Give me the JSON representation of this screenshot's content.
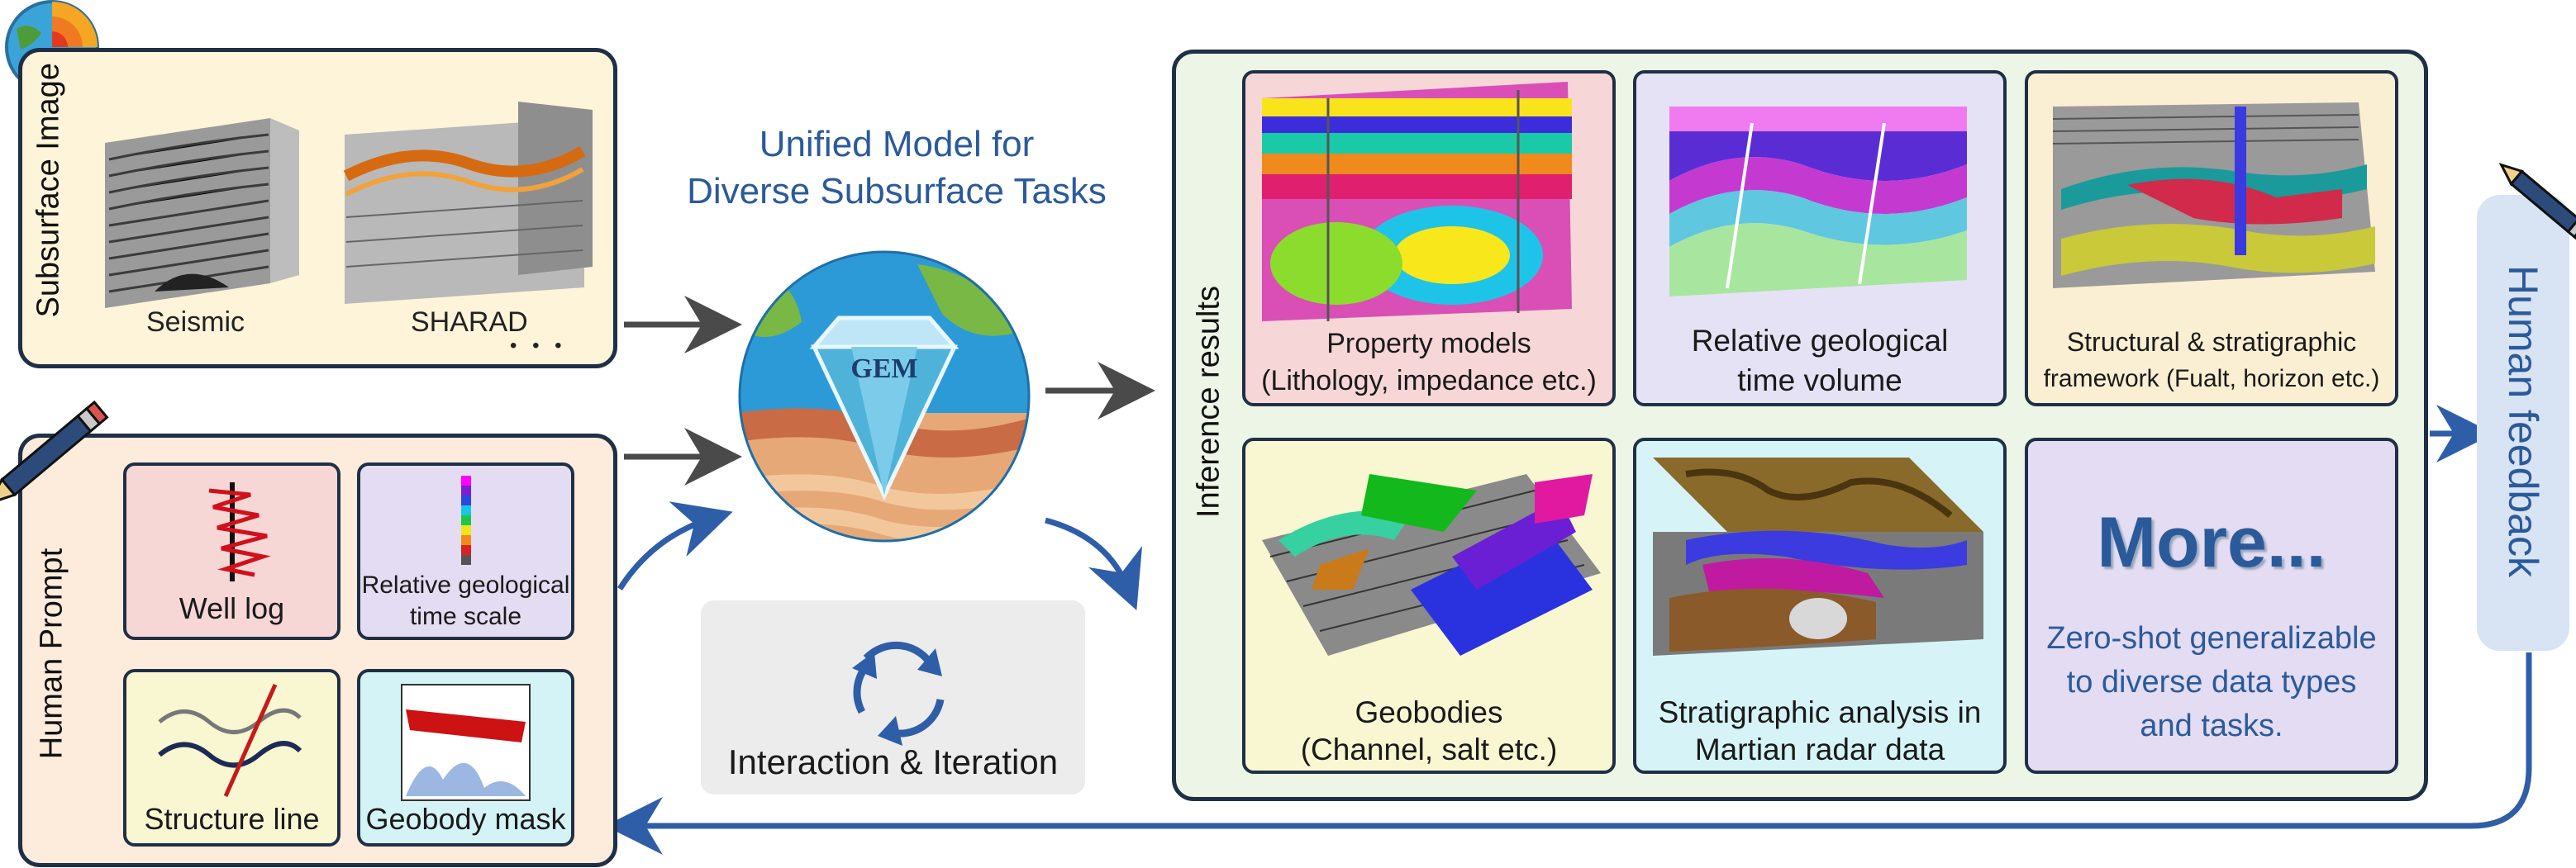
{
  "input_panel": {
    "label": "Subsurface Image",
    "items": [
      {
        "label": "Seismic"
      },
      {
        "label": "SHARAD"
      }
    ],
    "more_dots": "• • •"
  },
  "prompt_panel": {
    "label": "Human Prompt",
    "cards": [
      {
        "label": "Well log",
        "color": "#f7d6d6"
      },
      {
        "label": "Relative geological time scale",
        "line1": "Relative geological",
        "line2": "time scale",
        "color": "#e3dcf2"
      },
      {
        "label": "Structure line",
        "color": "#f9f6d2"
      },
      {
        "label": "Geobody mask",
        "color": "#d4f3f6"
      }
    ]
  },
  "model": {
    "title_line1": "Unified Model for",
    "title_line2": "Diverse Subsurface Tasks",
    "badge": "GEM",
    "loop_label": "Interaction & Iteration"
  },
  "results_panel": {
    "label": "Inference results",
    "cards": [
      {
        "line1": "Property models",
        "line2": "(Lithology, impedance etc.)",
        "color": "#f7d6d8"
      },
      {
        "line1": "Relative geological",
        "line2": "time  volume",
        "color": "#e6e2f5"
      },
      {
        "line1": "Structural & stratigraphic",
        "line2": "framework (Fualt, horizon etc.)",
        "color": "#fbefd3"
      },
      {
        "line1": "Geobodies",
        "line2": "(Channel, salt etc.)",
        "color": "#f9f6d2"
      },
      {
        "line1": "Stratigraphic analysis in",
        "line2": "Martian radar data",
        "color": "#d6f4f7"
      },
      {
        "title": "More...",
        "line1": "Zero-shot generalizable",
        "line2": "to diverse data types",
        "line3": "and tasks.",
        "color": "#e3dcf2"
      }
    ]
  },
  "feedback": {
    "label": "Human feedback"
  },
  "colors": {
    "border": "#1f2f45",
    "accent": "#2f5ea8",
    "title_blue": "#2b5a9a"
  }
}
